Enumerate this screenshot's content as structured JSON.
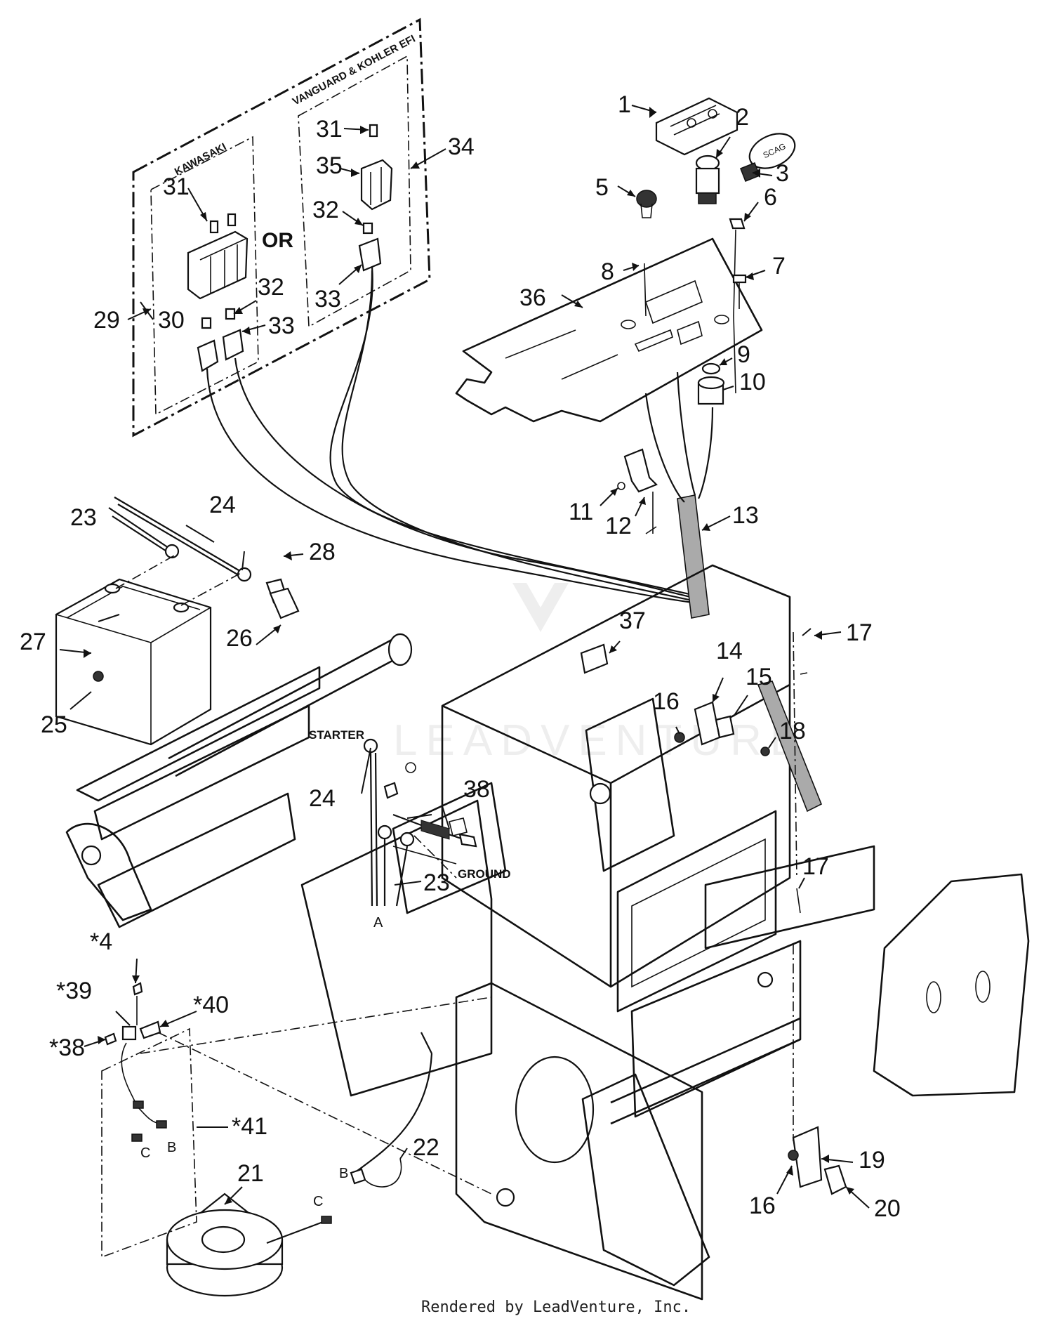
{
  "diagram": {
    "callouts": [
      {
        "id": "c1",
        "text": "1"
      },
      {
        "id": "c2",
        "text": "2"
      },
      {
        "id": "c3",
        "text": "3"
      },
      {
        "id": "c4",
        "text": "*4"
      },
      {
        "id": "c5",
        "text": "5"
      },
      {
        "id": "c6",
        "text": "6"
      },
      {
        "id": "c7",
        "text": "7"
      },
      {
        "id": "c8",
        "text": "8"
      },
      {
        "id": "c9",
        "text": "9"
      },
      {
        "id": "c10",
        "text": "10"
      },
      {
        "id": "c11",
        "text": "11"
      },
      {
        "id": "c12",
        "text": "12"
      },
      {
        "id": "c13",
        "text": "13"
      },
      {
        "id": "c14",
        "text": "14"
      },
      {
        "id": "c15",
        "text": "15"
      },
      {
        "id": "c16a",
        "text": "16"
      },
      {
        "id": "c16b",
        "text": "16"
      },
      {
        "id": "c17a",
        "text": "17"
      },
      {
        "id": "c17b",
        "text": "17"
      },
      {
        "id": "c18",
        "text": "18"
      },
      {
        "id": "c19",
        "text": "19"
      },
      {
        "id": "c20",
        "text": "20"
      },
      {
        "id": "c21",
        "text": "21"
      },
      {
        "id": "c22",
        "text": "22"
      },
      {
        "id": "c23a",
        "text": "23"
      },
      {
        "id": "c23b",
        "text": "23"
      },
      {
        "id": "c24a",
        "text": "24"
      },
      {
        "id": "c24b",
        "text": "24"
      },
      {
        "id": "c25",
        "text": "25"
      },
      {
        "id": "c26",
        "text": "26"
      },
      {
        "id": "c27",
        "text": "27"
      },
      {
        "id": "c28",
        "text": "28"
      },
      {
        "id": "c29",
        "text": "29"
      },
      {
        "id": "c30",
        "text": "30"
      },
      {
        "id": "c31a",
        "text": "31"
      },
      {
        "id": "c31b",
        "text": "31"
      },
      {
        "id": "c32a",
        "text": "32"
      },
      {
        "id": "c32b",
        "text": "32"
      },
      {
        "id": "c33a",
        "text": "33"
      },
      {
        "id": "c33b",
        "text": "33"
      },
      {
        "id": "c34",
        "text": "34"
      },
      {
        "id": "c35",
        "text": "35"
      },
      {
        "id": "c36",
        "text": "36"
      },
      {
        "id": "c37",
        "text": "37"
      },
      {
        "id": "c38a",
        "text": "38"
      },
      {
        "id": "c38b",
        "text": "*38"
      },
      {
        "id": "c39",
        "text": "*39"
      },
      {
        "id": "c40",
        "text": "*40"
      },
      {
        "id": "c41",
        "text": "*41"
      }
    ],
    "labels": {
      "starter": "STARTER",
      "ground": "GROUND",
      "or": "OR",
      "kawasaki": "KAWASAKI",
      "vanguard": "VANGUARD & KOHLER EFI",
      "letter_a": "A",
      "letter_b1": "B",
      "letter_c1": "C",
      "letter_b2": "B",
      "letter_c2": "C",
      "key_tag": "SCAG"
    },
    "watermark": "LEADVENTURE",
    "footer": "Rendered by LeadVenture, Inc."
  }
}
